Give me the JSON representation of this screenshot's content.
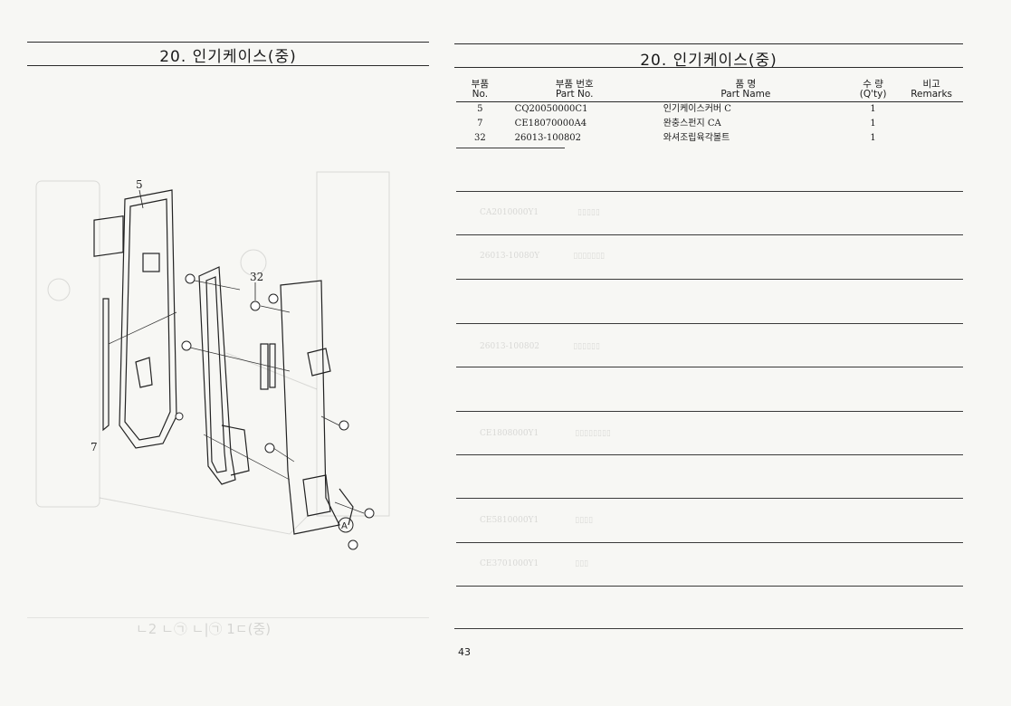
{
  "left_page": {
    "title": "20. 인기케이스(중)",
    "callouts": {
      "part5": "5",
      "part32": "32",
      "part7": "7",
      "markerA": "A"
    }
  },
  "right_page": {
    "title": "20. 인기케이스(중)",
    "headers": {
      "no_ko": "부품",
      "no_en": "No.",
      "pn_ko": "부품 번호",
      "pn_en": "Part No.",
      "name_ko": "품 명",
      "name_en": "Part Name",
      "qty_ko": "수 량",
      "qty_en": "(Q'ty)",
      "rem_ko": "비고",
      "rem_en": "Remarks"
    },
    "rows": [
      {
        "no": "5",
        "part_no": "CQ20050000C1",
        "name": "인기케이스커버 C",
        "qty": "1",
        "remarks": ""
      },
      {
        "no": "7",
        "part_no": "CE18070000A4",
        "name": "완충스펀지 CA",
        "qty": "1",
        "remarks": ""
      },
      {
        "no": "32",
        "part_no": "26013-100802",
        "name": "와셔조립육각볼트",
        "qty": "1",
        "remarks": ""
      }
    ],
    "page_number": "43"
  }
}
